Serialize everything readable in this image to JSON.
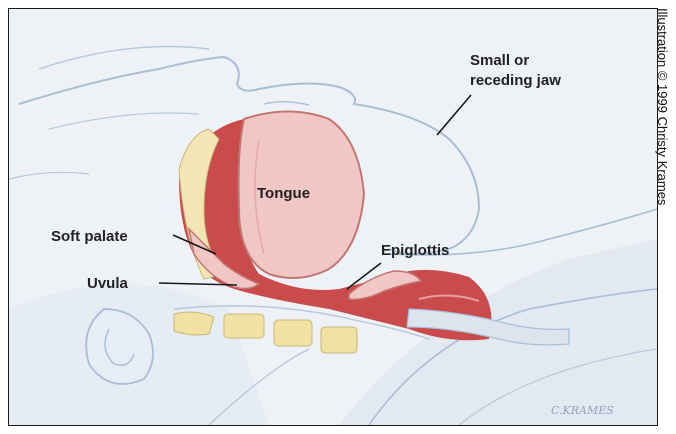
{
  "labels": {
    "jaw_line1": "Small or",
    "jaw_line2": "receding jaw",
    "tongue": "Tongue",
    "soft_palate": "Soft palate",
    "uvula": "Uvula",
    "epiglottis": "Epiglottis"
  },
  "credit": "Illustration © 1999 Christy Krames",
  "signature": "C.KRAMES",
  "colors": {
    "background": "#eef2f6",
    "sketch_lines": "#a9bdd6",
    "tissue_red": "#c94b4b",
    "tissue_pink": "#f0c7c4",
    "bone": "#f1e2a3"
  }
}
